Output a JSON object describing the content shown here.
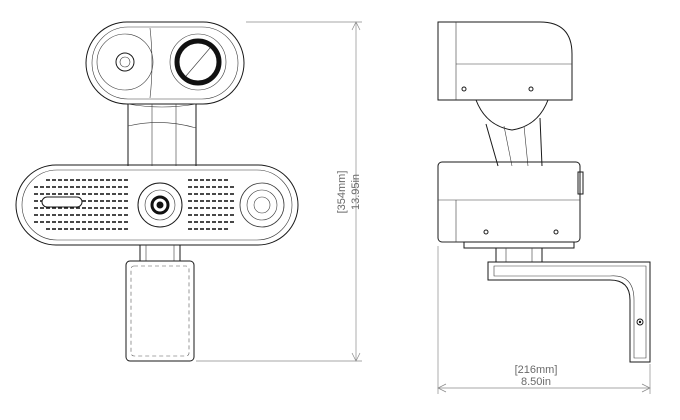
{
  "dimensions": {
    "height_mm": "[354mm]",
    "height_in": "13.95in",
    "width_mm": "[216mm]",
    "width_in": "8.50in"
  }
}
